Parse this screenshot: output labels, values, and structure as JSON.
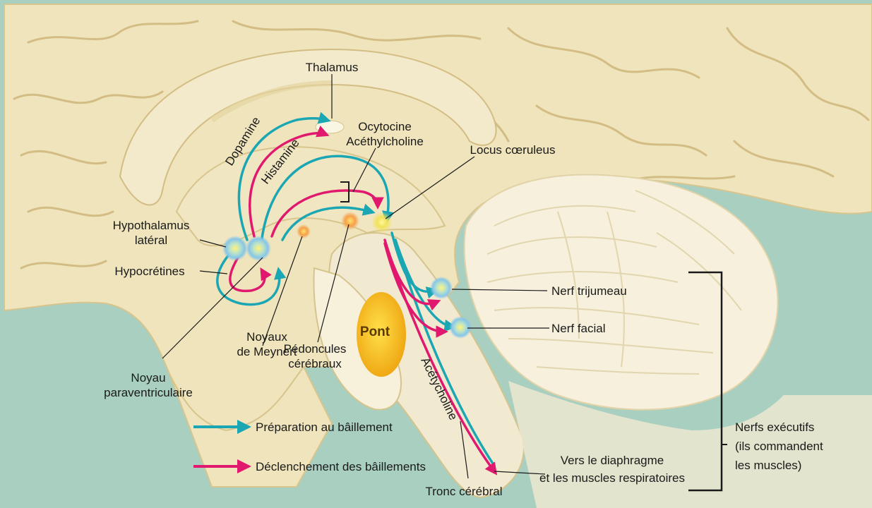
{
  "labels": {
    "thalamus": "Thalamus",
    "ocytocine": "Ocytocine",
    "acetylcholine_top": "Acéthylcholine",
    "locus": "Locus cœruleus",
    "hypothalamus_1": "Hypothalamus",
    "hypothalamus_2": "latéral",
    "hypocretines": "Hypocrétines",
    "trijumeau": "Nerf trijumeau",
    "facial": "Nerf facial",
    "pont": "Pont",
    "noyaux_1": "Noyaux",
    "noyaux_2": "de Meynert",
    "pedoncules_1": "Pédoncules",
    "pedoncules_2": "cérébraux",
    "noyau_1": "Noyau",
    "noyau_2": "paraventriculaire",
    "nerfs_1": "Nerfs exécutifs",
    "nerfs_2": "(ils commandent",
    "nerfs_3": "les muscles)",
    "vers_1": "Vers le diaphragme",
    "vers_2": "et les muscles respiratoires",
    "tronc": "Tronc cérébral",
    "dopamine": "Dopamine",
    "histamine": "Histamine",
    "acetycholine_stem": "Acétycholine"
  },
  "legend": {
    "preparation": "Préparation au bâillement",
    "declenchement": "Déclenchement des bâillements"
  },
  "colors": {
    "background": "#a9cfc1",
    "brain": "#efe4bb",
    "brain_outline": "#d8c58e",
    "cerebellum": "#f6f0dc",
    "teal": "#1ba6b4",
    "magenta": "#e0196f",
    "pons": "#f2b81c"
  }
}
